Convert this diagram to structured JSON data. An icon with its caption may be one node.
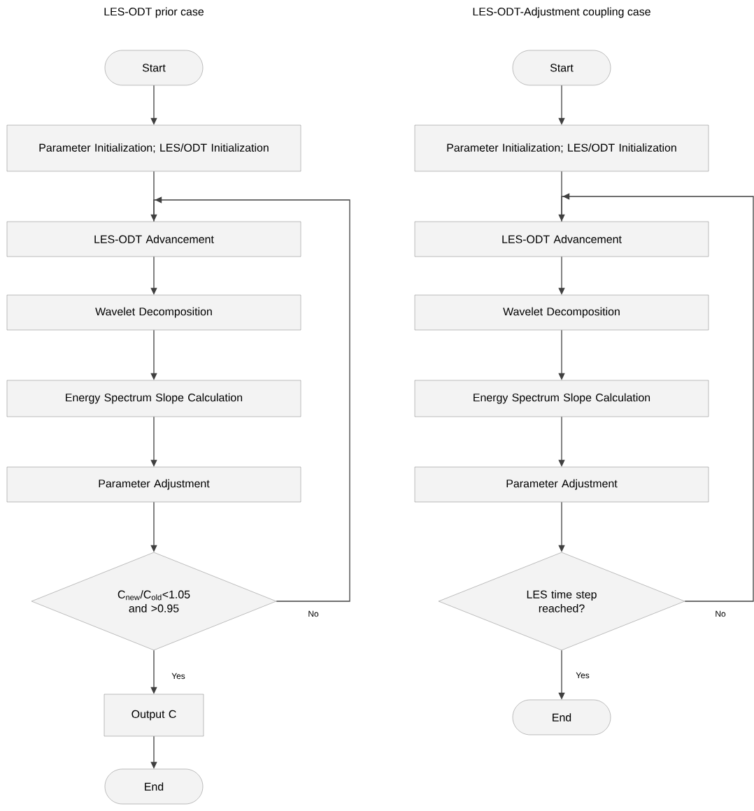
{
  "diagram": {
    "nodes": [
      {
        "text": [
          "Start"
        ]
      },
      {
        "text": [
          "Parameter Initialization; LES/ODT Initialization"
        ]
      },
      {
        "text": [
          "LES-ODT Advancement"
        ]
      },
      {
        "text": [
          "Wavelet Decomposition"
        ]
      },
      {
        "text": [
          "Energy Spectrum Slope Calculation"
        ]
      },
      {
        "text": [
          "Parameter Adjustment"
        ]
      },
      {
        "text": [
          "C$_{new}$/C$_{old}$<1.05 and >0.95"
        ]
      },
      {
        "text": [
          "Output C"
        ]
      },
      {
        "text": [
          "End"
        ]
      },
      {
        "text": [
          "Start"
        ]
      },
      {
        "text": [
          "Parameter Initialization; LES/ODT Initialization"
        ]
      },
      {
        "text": [
          "LES-ODT Advancement"
        ]
      },
      {
        "text": [
          "Wavelet Decomposition"
        ]
      },
      {
        "text": [
          "Energy Spectrum Slope Calculation"
        ]
      },
      {
        "text": [
          "Parameter Adjustment"
        ]
      },
      {
        "text": [
          "LES time step reached?"
        ]
      },
      {
        "text": [
          "End"
        ]
      }
    ],
    "edges": [
      {
        "from": 0,
        "to": 1,
        "arrow": "to"
      },
      {
        "from": 1,
        "to": 2,
        "arrow": "to"
      },
      {
        "from": 2,
        "to": 3,
        "arrow": "to"
      },
      {
        "from": 3,
        "to": 4,
        "arrow": "to"
      },
      {
        "from": 4,
        "to": 5,
        "arrow": "to"
      },
      {
        "from": 5,
        "to": 6,
        "arrow": "to"
      },
      {
        "from": 6,
        "to": 2,
        "arrow": "to",
        "label": "No"
      },
      {
        "from": 6,
        "to": 7,
        "arrow": "to",
        "label": "Yes"
      },
      {
        "from": 7,
        "to": 8,
        "arrow": "to"
      },
      {
        "from": 9,
        "to": 10,
        "arrow": "to"
      },
      {
        "from": 10,
        "to": 11,
        "arrow": "to"
      },
      {
        "from": 11,
        "to": 12,
        "arrow": "to"
      },
      {
        "from": 12,
        "to": 13,
        "arrow": "to"
      },
      {
        "from": 13,
        "to": 14,
        "arrow": "to"
      },
      {
        "from": 14,
        "to": 15,
        "arrow": "to"
      },
      {
        "from": 15,
        "to": 11,
        "arrow": "to",
        "label": "No"
      },
      {
        "from": 15,
        "to": 16,
        "arrow": "to",
        "label": "Yes"
      }
    ],
    "labels": [
      "LES-ODT prior case",
      "LES-ODT-Adjustment coupling case"
    ]
  }
}
